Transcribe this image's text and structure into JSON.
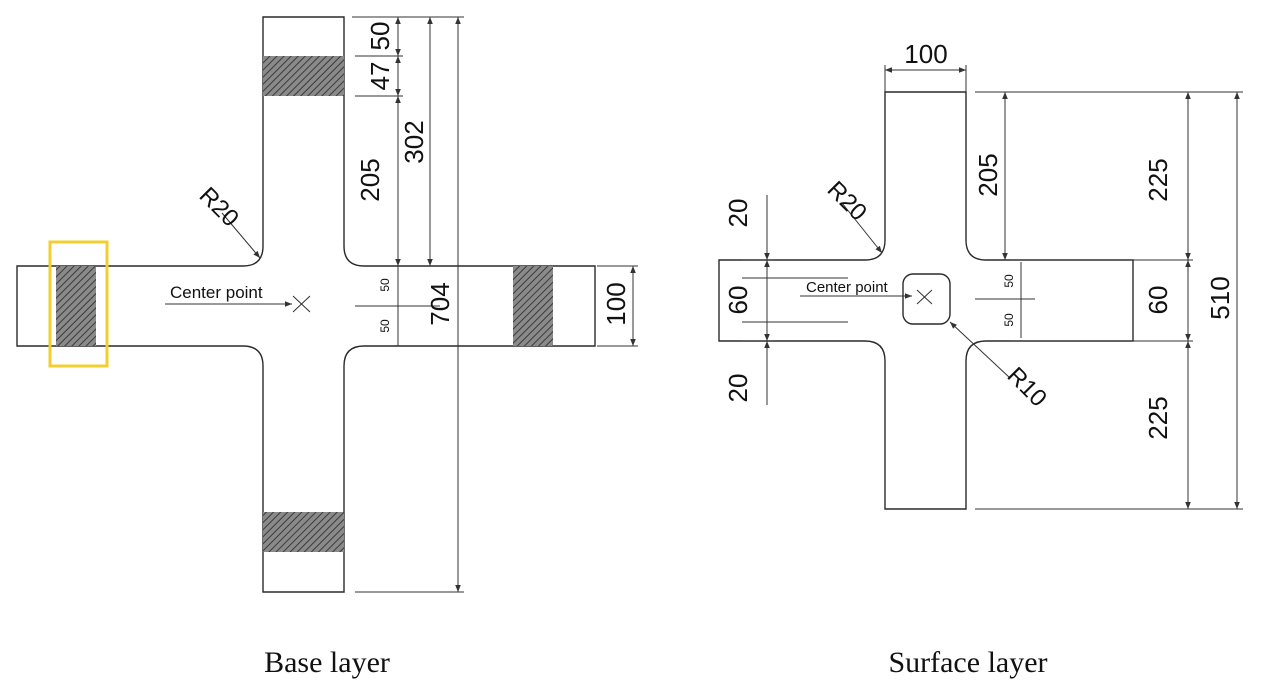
{
  "base": {
    "caption": "Base layer",
    "center_label": "Center point",
    "radius_label": "R20",
    "dims": {
      "d50_top": "50",
      "d47": "47",
      "d205": "205",
      "d302": "302",
      "d704": "704",
      "d100": "100",
      "d50_up": "50",
      "d50_down": "50"
    }
  },
  "surface": {
    "caption": "Surface layer",
    "center_label": "Center point",
    "radius_large": "R20",
    "radius_small": "R10",
    "dims": {
      "d100_top": "100",
      "d205": "205",
      "d225_top": "225",
      "d60_right": "60",
      "d510": "510",
      "d225_bottom": "225",
      "d20_top": "20",
      "d60_left": "60",
      "d20_bottom": "20",
      "d50_up": "50",
      "d50_down": "50"
    }
  },
  "colors": {
    "highlight": "#f2cf2e",
    "line": "#2a2a2a"
  }
}
